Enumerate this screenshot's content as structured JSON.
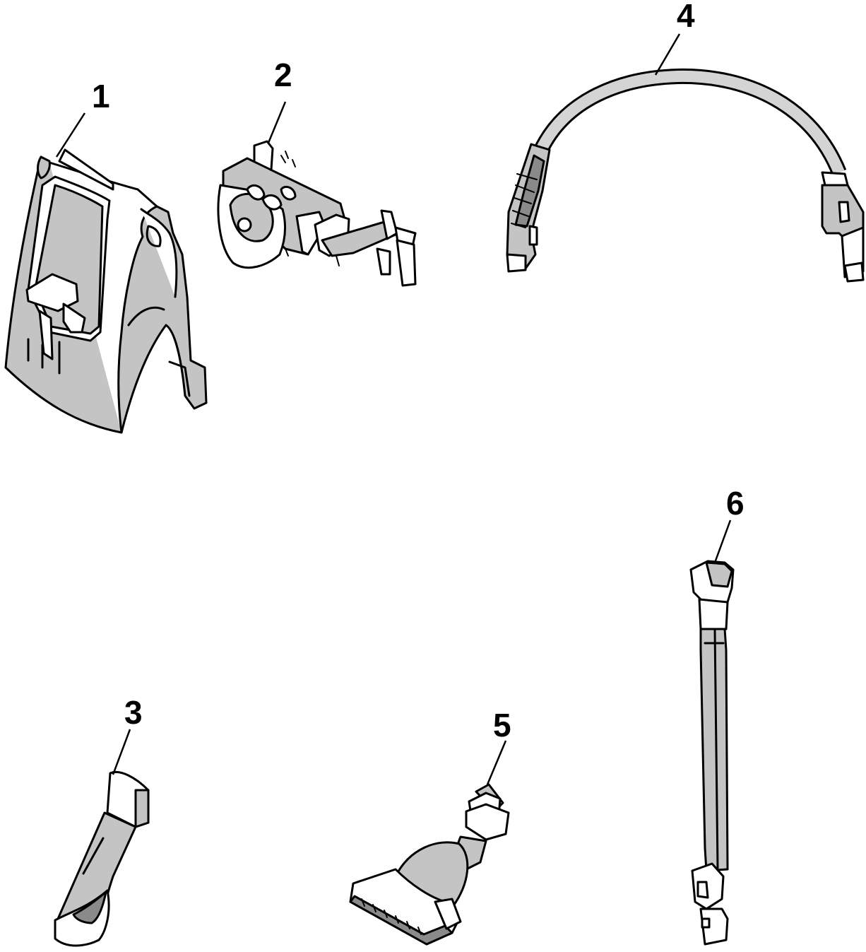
{
  "callouts": {
    "part1": "1",
    "part2": "2",
    "part3": "3",
    "part4": "4",
    "part5": "5",
    "part6": "6"
  },
  "colors": {
    "line": "#000000",
    "fill_light": "#c4c4c4",
    "fill_dark": "#8a8a8a",
    "background": "#ffffff"
  }
}
